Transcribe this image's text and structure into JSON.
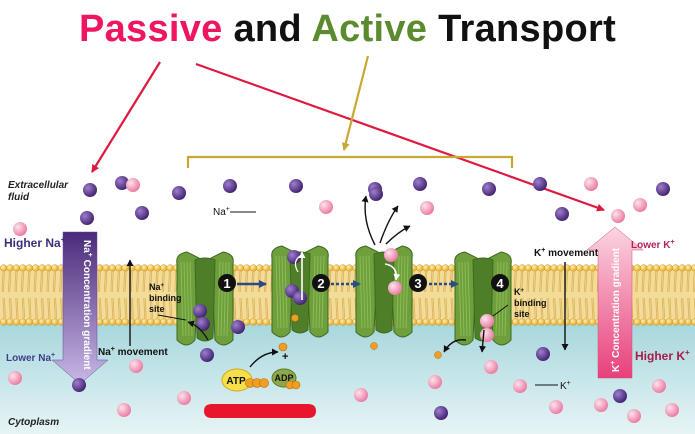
{
  "title": {
    "part1": "Passive",
    "part2": " and ",
    "part3": "Active",
    "part4": " Transport",
    "color1": "#ee1660",
    "color2": "#111111",
    "color3": "#5c8a2e",
    "color4": "#111111"
  },
  "labels": {
    "extracellular_1": "Extracellular",
    "extracellular_2": "fluid",
    "cytoplasm": "Cytoplasm",
    "higher_na": "Higher Na",
    "lower_na": "Lower Na",
    "lower_k": "Lower K",
    "higher_k": "Higher K",
    "na_gradient": "Na",
    "na_gradient_rest": " Concentration gradient",
    "k_gradient": "K",
    "k_gradient_rest": " Concentration gradient",
    "na_movement": "Na",
    "na_movement_rest": " movement",
    "k_movement": "K",
    "k_movement_rest": " movement",
    "na_ion": "Na",
    "k_ion": "K",
    "plus": "+",
    "na_binding_1": "Na",
    "na_binding_2": "binding",
    "na_binding_3": "site",
    "k_binding_1": "K",
    "k_binding_2": "binding",
    "k_binding_3": "site",
    "atp": "ATP",
    "adp": "ADP",
    "step1": "1",
    "step2": "2",
    "step3": "3",
    "step4": "4"
  },
  "colors": {
    "na_ion": "#5a2e8c",
    "k_ion": "#f08bb0",
    "protein": "#6a9a3a",
    "protein_dark": "#3d6a1e",
    "membrane_head": "#f2c644",
    "membrane_tail": "#e8c67a",
    "cytoplasm": "#b7dfe3",
    "annotation_arrow": "#e01840",
    "bracket": "#c8a830",
    "highlight": "#e8162c",
    "phosphate": "#f0a020"
  }
}
